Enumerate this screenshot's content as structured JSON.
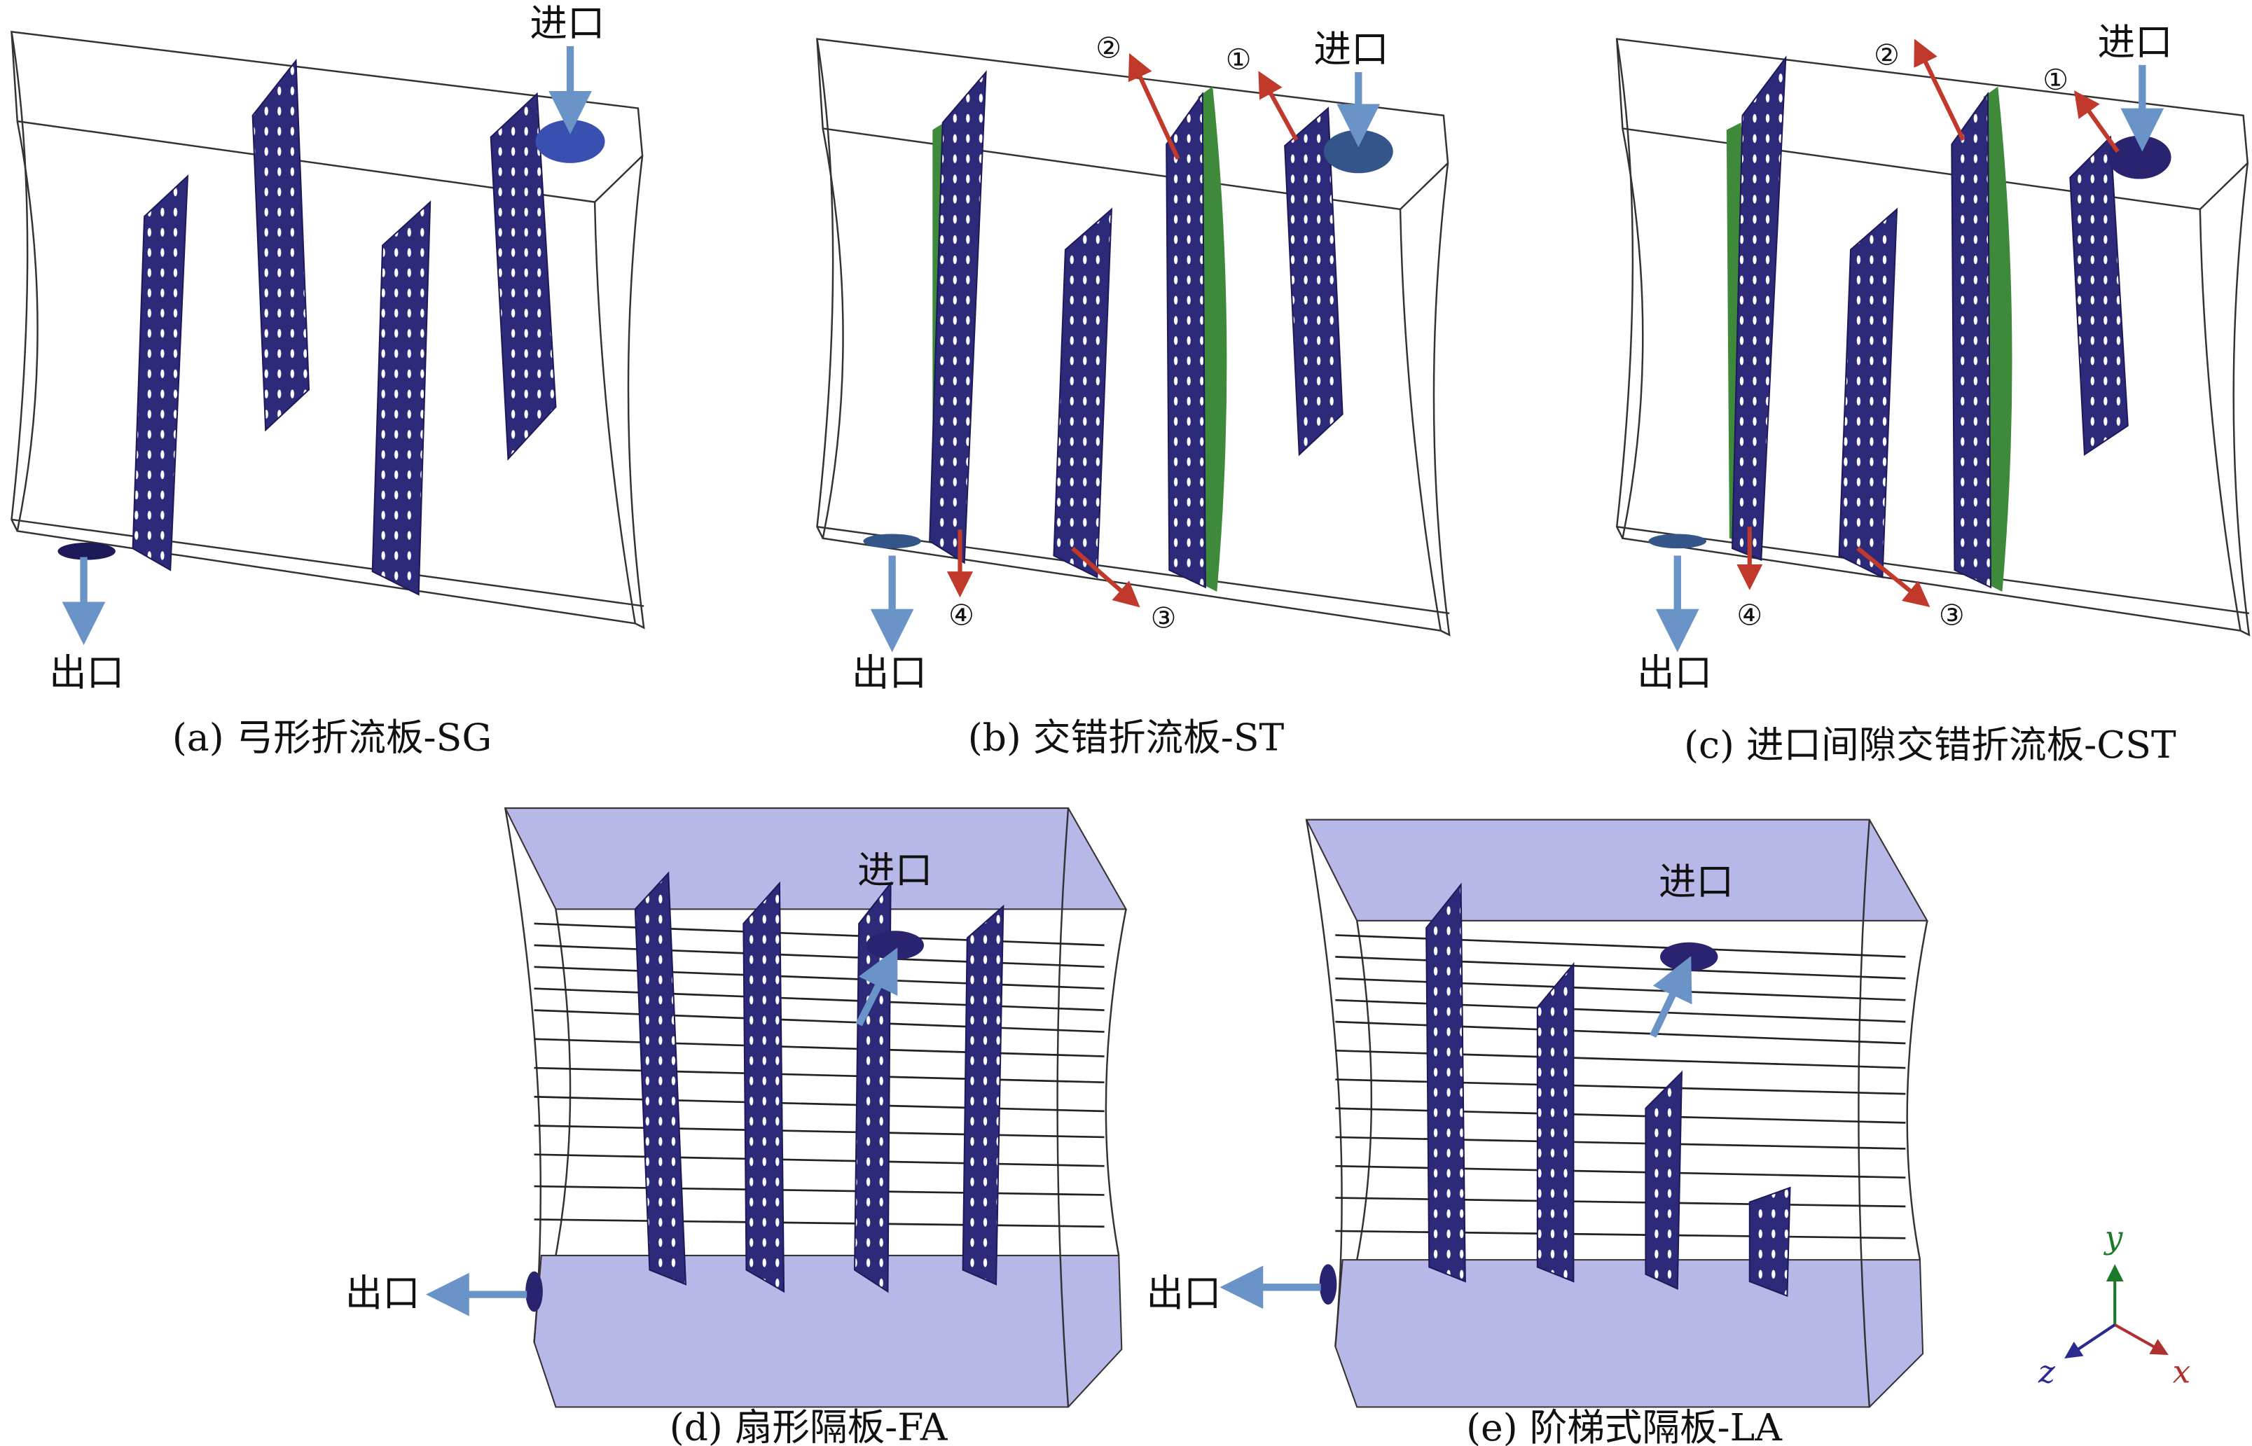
{
  "panels": [
    {
      "caption": "(a) 弓形折流板-SG",
      "inlet": "进口",
      "outlet": "出口"
    },
    {
      "caption": "(b) 交错折流板-ST",
      "inlet": "进口",
      "outlet": "出口",
      "markers": [
        "①",
        "②",
        "③",
        "④"
      ]
    },
    {
      "caption": "(c) 进口间隙交错折流板-CST",
      "inlet": "进口",
      "outlet": "出口",
      "markers": [
        "①",
        "②",
        "③",
        "④"
      ]
    },
    {
      "caption": "(d) 扇形隔板-FA",
      "inlet": "进口",
      "outlet": "出口"
    },
    {
      "caption": "(e) 阶梯式隔板-LA",
      "inlet": "进口",
      "outlet": "出口"
    }
  ],
  "axes": {
    "x": "x",
    "y": "y",
    "z": "z"
  },
  "colors": {
    "baffle": "#2e2a7a",
    "arrow_flow": "#6a93c8",
    "arrow_marker": "#c0392b",
    "gap": "#3f8a3a",
    "band": "#b8b8e8"
  }
}
